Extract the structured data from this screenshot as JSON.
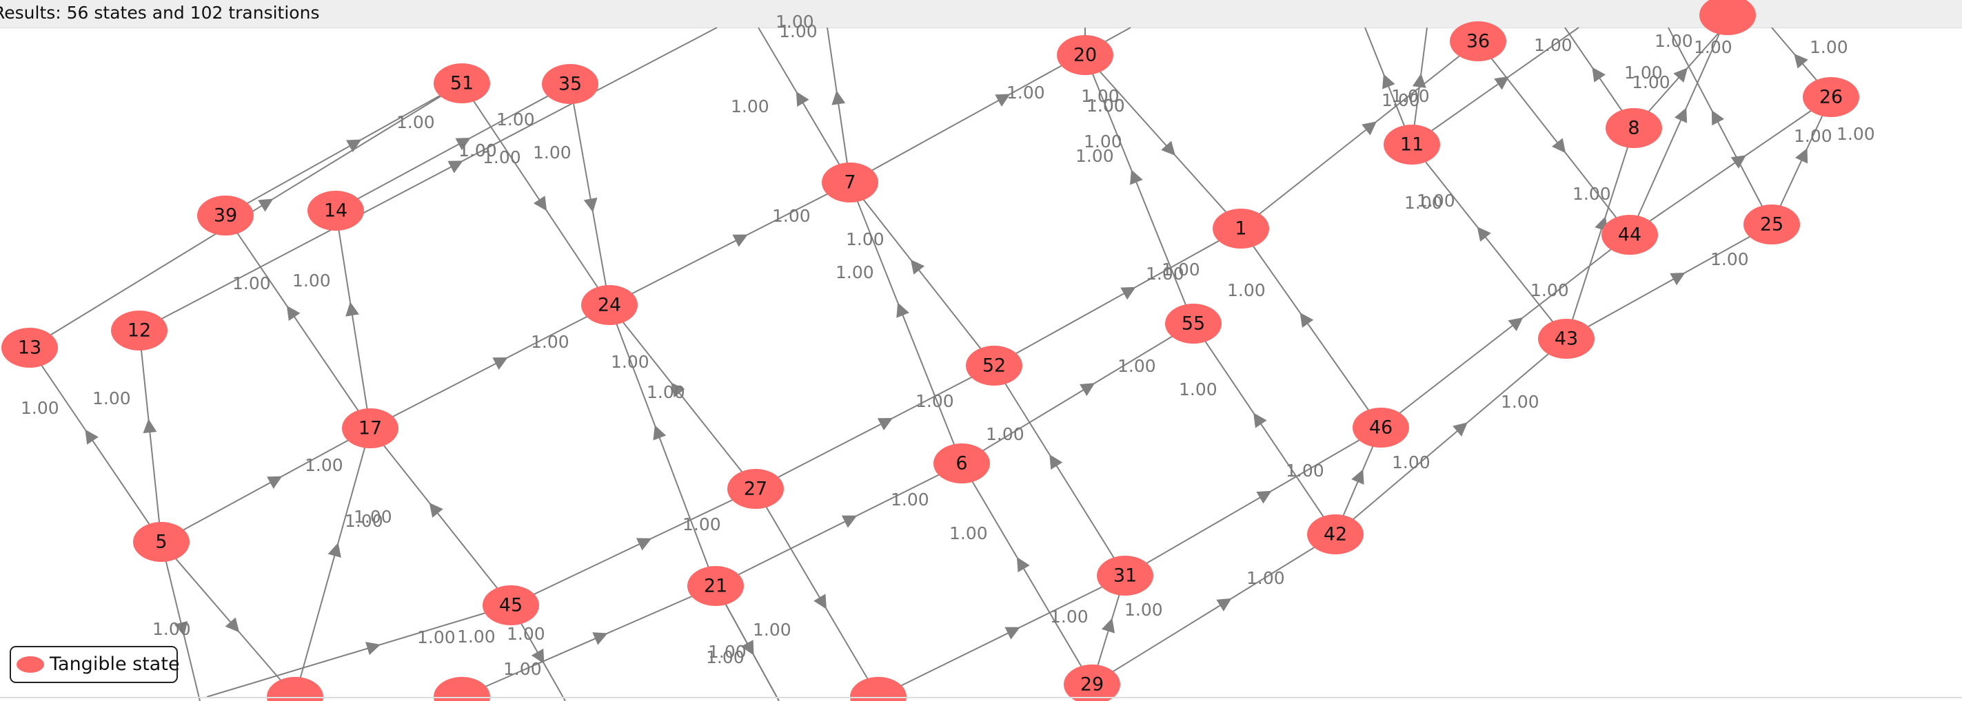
{
  "header": {
    "results_text": "Results: 56 states and 102 transitions"
  },
  "legend": {
    "label": "Tangible state",
    "swatch_color": "#ff6666",
    "swatch_icon": "ellipse-swatch"
  },
  "colors": {
    "node_fill": "#ff6666",
    "edge": "#808080",
    "edge_label": "#777777",
    "label": "#111111"
  },
  "nodes": [
    {
      "id": "51"
    },
    {
      "id": "35"
    },
    {
      "id": "20"
    },
    {
      "id": "36"
    },
    {
      "id": "26"
    },
    {
      "id": "39"
    },
    {
      "id": "14"
    },
    {
      "id": "7"
    },
    {
      "id": "8"
    },
    {
      "id": "11"
    },
    {
      "id": "13"
    },
    {
      "id": "12"
    },
    {
      "id": "24"
    },
    {
      "id": "1"
    },
    {
      "id": "44"
    },
    {
      "id": "25"
    },
    {
      "id": "55"
    },
    {
      "id": "52"
    },
    {
      "id": "43"
    },
    {
      "id": "17"
    },
    {
      "id": "46"
    },
    {
      "id": "27"
    },
    {
      "id": "6"
    },
    {
      "id": "5"
    },
    {
      "id": "42"
    },
    {
      "id": "31"
    },
    {
      "id": "21"
    },
    {
      "id": "45"
    },
    {
      "id": "29"
    },
    {
      "id": ""
    },
    {
      "id": ""
    },
    {
      "id": ""
    },
    {
      "id": ""
    }
  ],
  "edge_labels": [
    "1.00",
    "1.00",
    "1.00",
    "1.00",
    "1.00",
    "1.00",
    "1.00",
    "1.00",
    "1.00",
    "1.00",
    "1.00",
    "1.00",
    "1.00",
    "1.00",
    "1.00",
    "1.00",
    "1.00",
    "1.00",
    "1.00",
    "1.00",
    "1.00",
    "1.00",
    "1.00",
    "1.00",
    "1.00",
    "1.00",
    "1.00",
    "1.00",
    "1.00",
    "1.00",
    "1.00",
    "1.00",
    "1.00",
    "1.00",
    "1.00",
    "1.00",
    "1.00",
    "1.00",
    "1.00",
    "1.00",
    "1.00",
    "1.00",
    "1.00",
    "1.00",
    "1.00",
    "1.00",
    "1.00",
    "1.00",
    "1.00",
    "1.00",
    "1.00",
    "1.00",
    "1.00",
    "1.00",
    "1.00",
    "1.00",
    "1.00",
    "1.00",
    "1.00",
    "1.00",
    "1.00",
    "1.00",
    "1.00",
    "1.00",
    "1.00",
    "1.00",
    "1.00"
  ]
}
